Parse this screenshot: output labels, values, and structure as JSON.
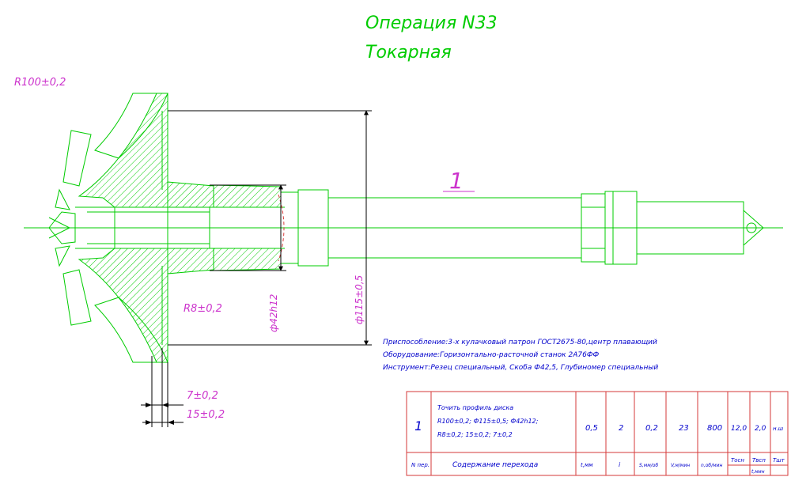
{
  "title": {
    "operation": "Операция N33",
    "type": "Токарная"
  },
  "dimensions": {
    "r100": "R100±0,2",
    "r8": "R8±0,2",
    "d42": "ф42h12",
    "d115": "ф115±0,5",
    "d7": "7±0,2",
    "d15": "15±0,2"
  },
  "surface_marker": "1",
  "notes": {
    "fixture": "Приспособление:3-х кулачковый патрон ГОСТ2675-80,центр плавающий",
    "equipment": "Оборудование:Горизонтально-расточной станок 2А76ФФ",
    "tool": "Инструмент:Резец специальный, Скоба Ф42,5, Глубиномер специальный"
  },
  "table": {
    "row": {
      "num": "1",
      "content_line1": "Точить профиль диска",
      "content_line2": "R100±0,2; Ф115±0,5; Ф42h12;",
      "content_line3": "R8±0,2; 15±0,2; 7±0,2",
      "c1": "0,5",
      "c2": "2",
      "c3": "0,2",
      "c4": "23",
      "c5": "800",
      "c6": "12,0",
      "c7": "2,0",
      "c8": "н.ш"
    },
    "header": {
      "num_label": "N пер.",
      "content_label": "Содержание перехода",
      "h1": "t,мм",
      "h2": "i",
      "h3": "S,мм/об",
      "h4": "V,м/мин",
      "h5": "n,об/мин",
      "h6": "Тосн",
      "h7": "Твсп",
      "h8": "Тшт",
      "h_sub": "t,мин"
    }
  },
  "colors": {
    "green": "#00cc00",
    "pink": "#cc33cc",
    "blue": "#0000cc",
    "red": "#d63a3a",
    "black": "#000000"
  }
}
